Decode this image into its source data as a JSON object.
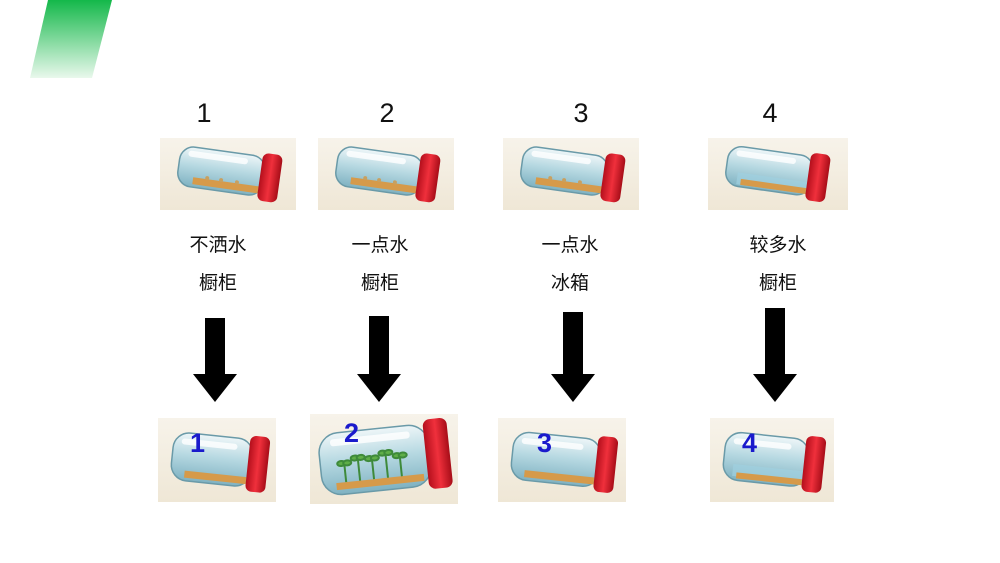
{
  "columns": [
    {
      "number": "1",
      "water": "不洒水",
      "place": "橱柜",
      "result_label": "1",
      "sprouted": false
    },
    {
      "number": "2",
      "water": "一点水",
      "place": "橱柜",
      "result_label": "2",
      "sprouted": true
    },
    {
      "number": "3",
      "water": "一点水",
      "place": "冰箱",
      "result_label": "3",
      "sprouted": false
    },
    {
      "number": "4",
      "water": "较多水",
      "place": "橱柜",
      "result_label": "4",
      "sprouted": false
    }
  ],
  "colors": {
    "accent_green": "#1db954",
    "cap_red": "#e0192a",
    "arrow": "#000000",
    "badge_blue": "#1a1acc"
  }
}
